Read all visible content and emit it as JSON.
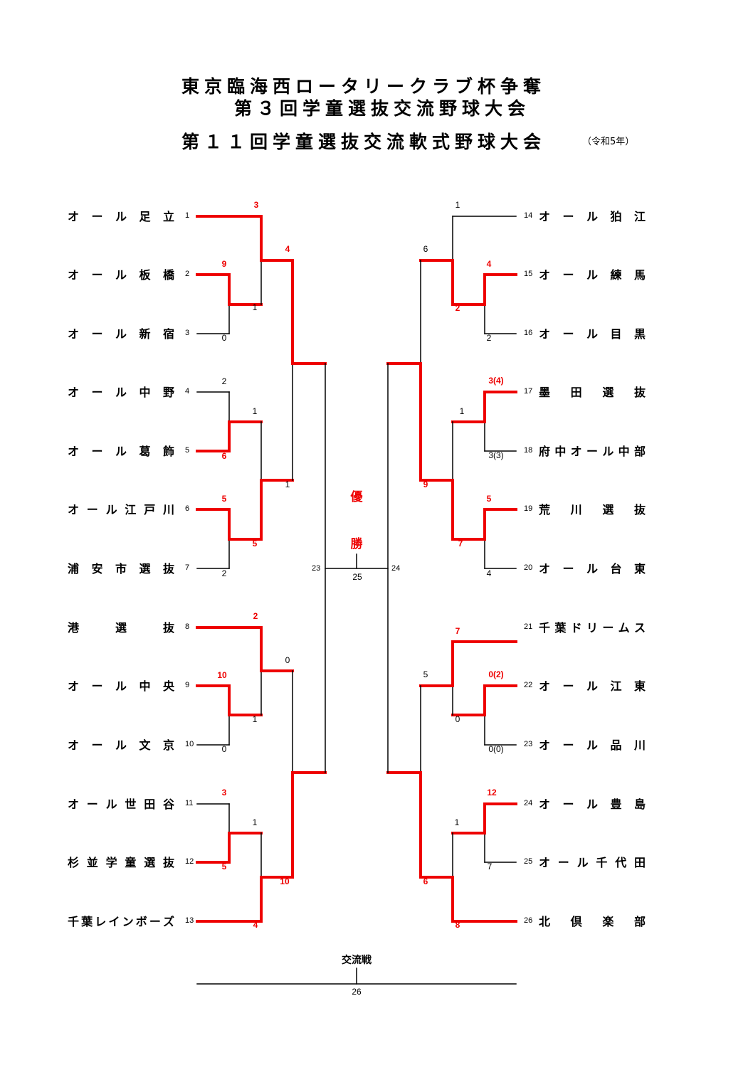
{
  "header": {
    "title_line1": "東京臨海西ロータリークラブ杯争奪",
    "title_line2": "第３回学童選抜交流野球大会",
    "title_line3": "第１１回学童選抜交流軟式野球大会",
    "era": "（令和5年）"
  },
  "colors": {
    "winner_line": "#ee0000",
    "loser_line": "#000000"
  },
  "teams": [
    {
      "seed": "1",
      "name": "オール足立"
    },
    {
      "seed": "2",
      "name": "オール板橋"
    },
    {
      "seed": "3",
      "name": "オール新宿"
    },
    {
      "seed": "4",
      "name": "オール中野"
    },
    {
      "seed": "5",
      "name": "オール葛飾"
    },
    {
      "seed": "6",
      "name": "オール江戸川"
    },
    {
      "seed": "7",
      "name": "浦安市選抜"
    },
    {
      "seed": "8",
      "name": "港選抜"
    },
    {
      "seed": "9",
      "name": "オール中央"
    },
    {
      "seed": "10",
      "name": "オール文京"
    },
    {
      "seed": "11",
      "name": "オール世田谷"
    },
    {
      "seed": "12",
      "name": "杉並学童選抜"
    },
    {
      "seed": "13",
      "name": "千葉レインボーズ"
    },
    {
      "seed": "14",
      "name": "オール狛江"
    },
    {
      "seed": "15",
      "name": "オール練馬"
    },
    {
      "seed": "16",
      "name": "オール目黒"
    },
    {
      "seed": "17",
      "name": "墨田選抜"
    },
    {
      "seed": "18",
      "name": "府中オール中部"
    },
    {
      "seed": "19",
      "name": "荒川選抜"
    },
    {
      "seed": "20",
      "name": "オール台東"
    },
    {
      "seed": "21",
      "name": "千葉ドリームス"
    },
    {
      "seed": "22",
      "name": "オール江東"
    },
    {
      "seed": "23",
      "name": "オール品川"
    },
    {
      "seed": "24",
      "name": "オール豊島"
    },
    {
      "seed": "25",
      "name": "オール千代田"
    },
    {
      "seed": "26",
      "name": "北倶楽部"
    }
  ],
  "scores": {
    "l_1": "3",
    "l_2": "9",
    "l_3": "0",
    "l_2v3_w": "1",
    "l_r2a": "4",
    "l_4": "2",
    "l_5": "6",
    "l_45_w": "1",
    "l_6": "5",
    "l_7": "2",
    "l_67_w": "5",
    "l_r2b": "1",
    "l_8": "2",
    "l_9": "10",
    "l_10": "0",
    "l_9v10_w": "1",
    "l_r2c": "0",
    "l_11": "3",
    "l_12": "5",
    "l_1112_w": "1",
    "l_13": "4",
    "l_r2d": "10",
    "r_14": "1",
    "r_15": "4",
    "r_16": "2",
    "r_1516_w": "2",
    "r_r2a": "6",
    "r_17": "3(4)",
    "r_18": "3(3)",
    "r_1718_w": "1",
    "r_19": "5",
    "r_20": "4",
    "r_1920_w": "7",
    "r_r2b": "9",
    "r_21": "7",
    "r_22": "0(2)",
    "r_23": "0(0)",
    "r_2223_w": "0",
    "r_r2c": "5",
    "r_24": "12",
    "r_25": "7",
    "r_2425_w": "1",
    "r_26": "8",
    "r_r2d": "6"
  },
  "match_numbers": {
    "semi_left": "23",
    "semi_right": "24",
    "final": "25",
    "exchange": "26"
  },
  "center": {
    "champion_char1": "優",
    "champion_char2": "勝"
  },
  "exchange_match": {
    "label": "交流戦"
  }
}
